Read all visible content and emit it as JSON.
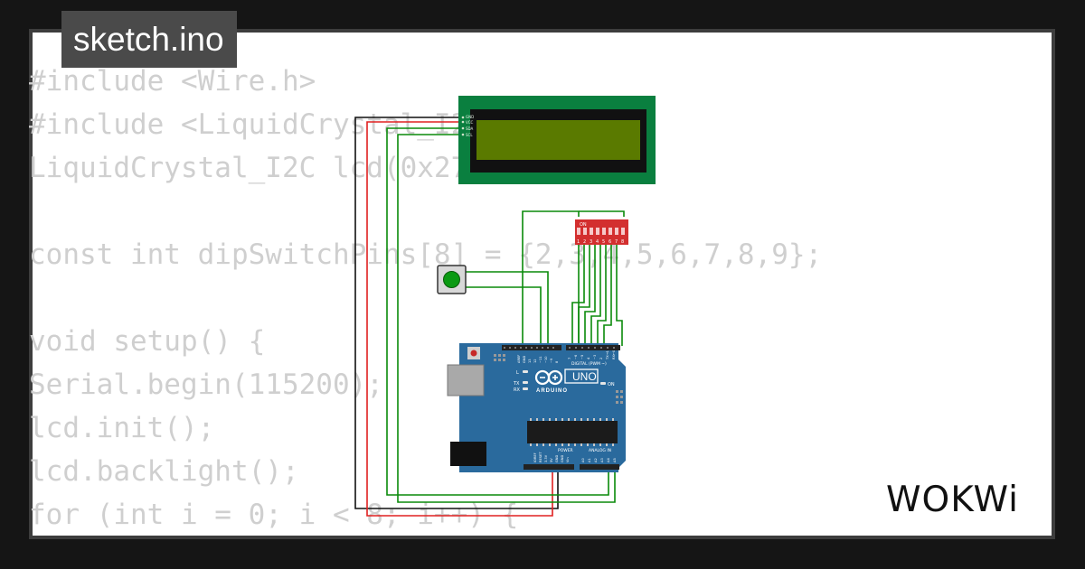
{
  "file_tab": {
    "name": "sketch.ino"
  },
  "code": {
    "lines": [
      "#include <Wire.h>",
      "#include <LiquidCrystal_I2C.h>",
      "LiquidCrystal_I2C lcd(0x27, 16, 2);",
      "",
      "const int dipSwitchPins[8] = {2,3,4,5,6,7,8,9};",
      "",
      "void setup() {",
      "Serial.begin(115200);",
      "lcd.init();",
      "lcd.backlight();",
      "for (int i = 0; i < 8; i++) {"
    ]
  },
  "lcd": {
    "pin_labels": [
      "GND",
      "VCC",
      "SDA",
      "SCL"
    ]
  },
  "dip_switch": {
    "on_label": "ON",
    "numbers": [
      "1",
      "2",
      "3",
      "4",
      "5",
      "6",
      "7",
      "8"
    ]
  },
  "arduino": {
    "brand": "ARDUINO",
    "model": "UNO",
    "digital_label": "DIGITAL (PWM ~)",
    "power_label": "POWER",
    "analog_label": "ANALOG IN",
    "led_labels": [
      "L",
      "TX",
      "RX",
      "ON"
    ],
    "top_pin_labels": [
      "AREF",
      "GND",
      "13",
      "12",
      "~11",
      "~10",
      "~9",
      "8",
      "7",
      "~6",
      "~5",
      "4",
      "~3",
      "2",
      "TX→1",
      "RX←0"
    ],
    "power_pin_labels": [
      "IOREF",
      "RESET",
      "3.3V",
      "5V",
      "GND",
      "GND",
      "Vin"
    ],
    "analog_pin_labels": [
      "A0",
      "A1",
      "A2",
      "A3",
      "A4",
      "A5"
    ]
  },
  "logo": {
    "text": "WOKWi"
  },
  "colors": {
    "lcd_board": "#0a7f3f",
    "lcd_screen": "#5a7a00",
    "dip_body": "#d32f2f",
    "button_cap": "#0a9a12",
    "arduino_board": "#2a6a9d",
    "wire_black": "#111111",
    "wire_red": "#e02020",
    "wire_green": "#008800"
  }
}
